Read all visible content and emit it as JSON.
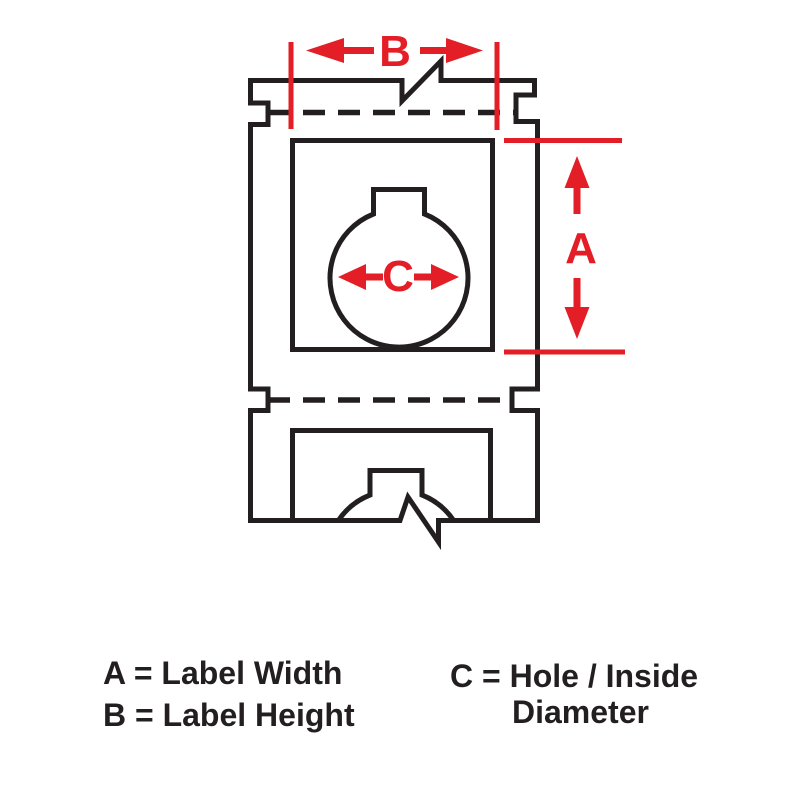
{
  "colors": {
    "accent": "#E31E26",
    "ink": "#231F20",
    "background": "#FFFFFF"
  },
  "dimensions": {
    "a": {
      "label": "A"
    },
    "b": {
      "label": "B"
    },
    "c": {
      "label": "C"
    }
  },
  "legend": {
    "line_a": "A = Label Width",
    "line_b": "B = Label Height",
    "line_c1": "C = Hole / Inside",
    "line_c2": "Diameter"
  }
}
